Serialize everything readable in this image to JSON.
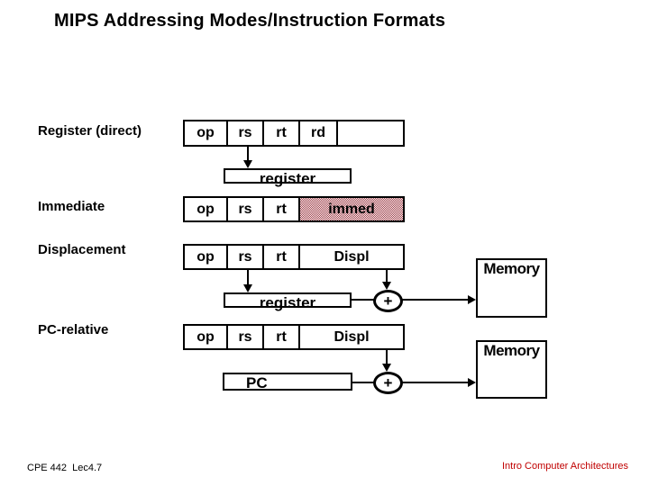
{
  "title": "MIPS Addressing Modes/Instruction Formats",
  "modes": [
    {
      "label": "Register (direct)",
      "fields": [
        "op",
        "rs",
        "rt",
        "rd",
        ""
      ]
    },
    {
      "label": "Immediate",
      "fields": [
        "op",
        "rs",
        "rt",
        "immed"
      ]
    },
    {
      "label": "Displacement",
      "fields": [
        "op",
        "rs",
        "rt",
        "Displ"
      ]
    },
    {
      "label": "PC-relative",
      "fields": [
        "op",
        "rs",
        "rt",
        "Displ"
      ]
    }
  ],
  "boxes": {
    "register_1": "register",
    "register_2": "register",
    "pc": "PC",
    "memory_1": "Memory",
    "memory_2": "Memory"
  },
  "symbols": {
    "adder": "+"
  },
  "colors": {
    "immed_hatch": "#9d3944",
    "footer_right_text": "#c00000",
    "diagram_lines": "#000000"
  },
  "footer": {
    "left": "CPE 442  Lec4.7",
    "right": "Intro Computer Architectures"
  }
}
